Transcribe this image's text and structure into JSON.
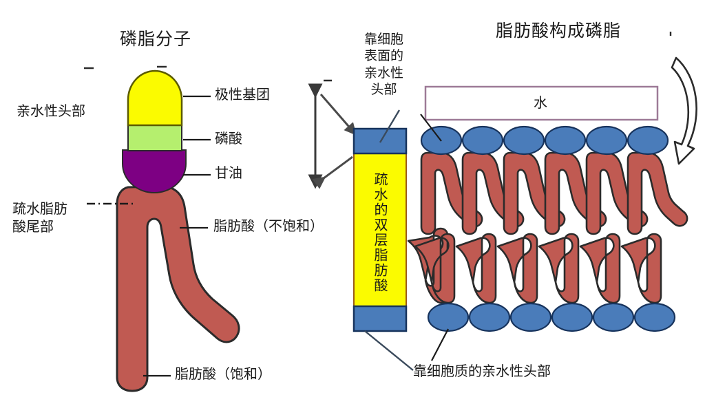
{
  "figure": {
    "titles": {
      "left": "磷脂分子",
      "right": "脂肪酸构成磷脂"
    },
    "single_molecule": {
      "left_labels": [
        {
          "id": "hydrophilic-head",
          "text": "亲水性头部"
        },
        {
          "id": "hydrophobic-tail",
          "text": "疏水脂肪\n酸尾部"
        }
      ],
      "right_labels": [
        {
          "id": "polar-group",
          "text": "极性基团"
        },
        {
          "id": "phosphate",
          "text": "磷酸"
        },
        {
          "id": "glycerol",
          "text": "甘油"
        },
        {
          "id": "fatty-acid-unsaturated",
          "text": "脂肪酸（不饱和）"
        },
        {
          "id": "fatty-acid-saturated",
          "text": "脂肪酸（饱和）"
        }
      ],
      "parts": {
        "head_color": "#fbfb00",
        "phosphate_color": "#b5ef6e",
        "glycerol_color": "#7d0083",
        "tail_color": "#c05a52"
      }
    },
    "bar_diagram": {
      "top_head_label": "靠细胞\n表面的\n亲水性\n头部",
      "bottom_head_label": "靠细胞质的亲水性头部",
      "core_label": "疏水的双层脂肪酸",
      "colors": {
        "head_band": "#4a7cba",
        "core": "#fbfb00"
      }
    },
    "membrane": {
      "water_label": "水",
      "water_box_border": "#9d7a97",
      "head_color": "#4a7cba",
      "tail_color": "#c05a52",
      "heads_per_layer": 6,
      "layers": 2
    },
    "icons": [
      {
        "id": "double-arrow-icon",
        "desc": "vertical double-headed measurement arrow"
      },
      {
        "id": "curved-arrow-icon",
        "desc": "curved outlined arrow at right edge"
      }
    ]
  }
}
